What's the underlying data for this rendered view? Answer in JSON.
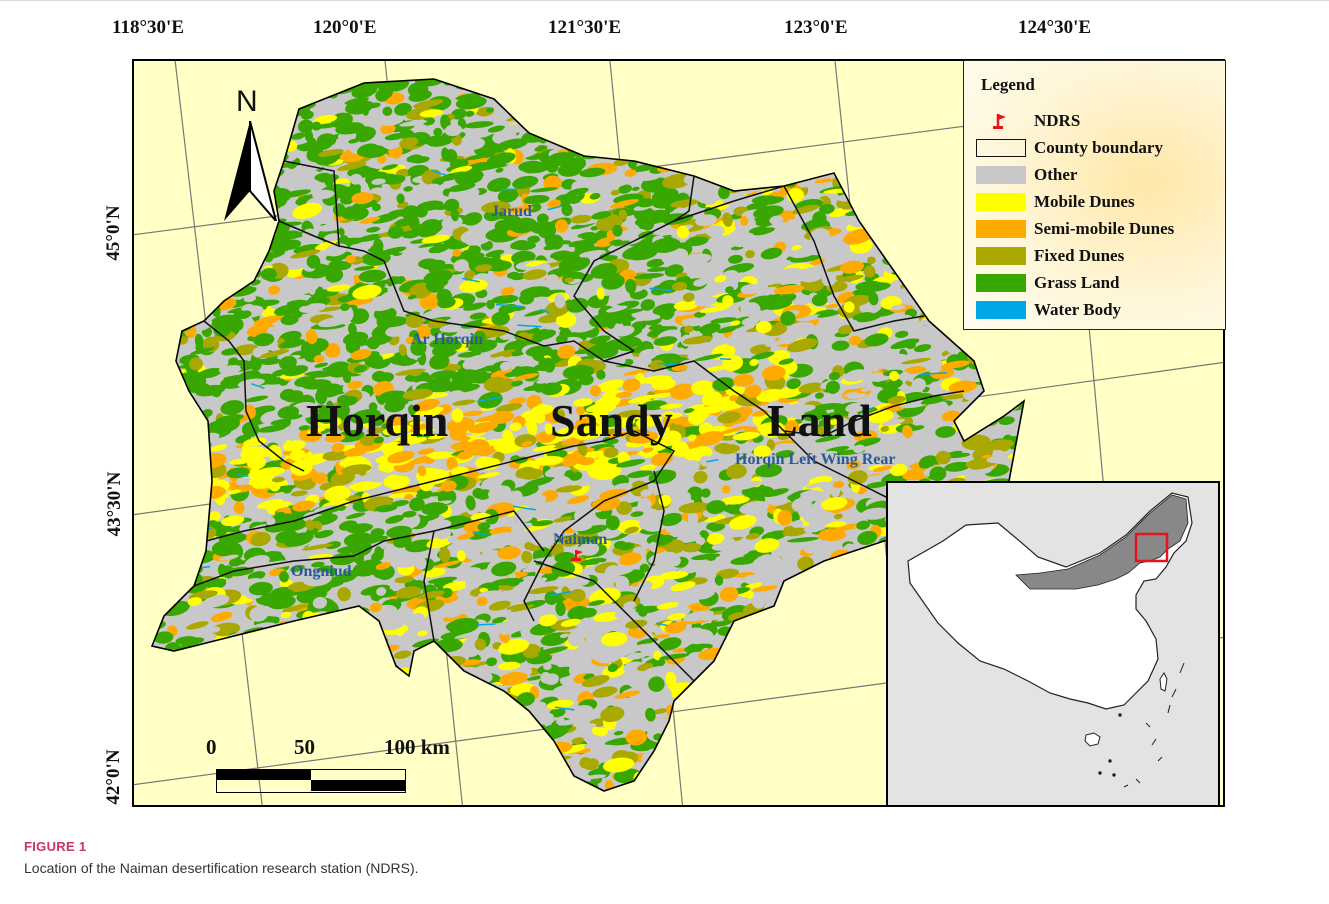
{
  "coordinates": {
    "top": [
      "118°30'E",
      "120°0'E",
      "121°30'E",
      "123°0'E",
      "124°30'E"
    ],
    "left": [
      "45°0'N",
      "43°30'N",
      "42°0'N"
    ]
  },
  "map": {
    "north_label": "N",
    "title_words": [
      "Horqin",
      "Sandy",
      "Land"
    ],
    "regions": [
      "Jarud",
      "Ar Horqin",
      "Horqin Left Wing Rear",
      "Naiman",
      "Ongniud"
    ],
    "station_icon": "red-flag-icon"
  },
  "legend": {
    "title": "Legend",
    "items": [
      {
        "label": "NDRS",
        "color": "#e8141c",
        "icon": "red-flag-icon"
      },
      {
        "label": "County boundary",
        "color": "#ffffff",
        "icon": "outline-box"
      },
      {
        "label": "Other",
        "color": "#c8c8c8"
      },
      {
        "label": "Mobile Dunes",
        "color": "#ffff00"
      },
      {
        "label": "Semi-mobile Dunes",
        "color": "#ffaa00"
      },
      {
        "label": "Fixed Dunes",
        "color": "#a8a800"
      },
      {
        "label": "Grass Land",
        "color": "#38a800"
      },
      {
        "label": "Water Body",
        "color": "#00a9e6"
      }
    ]
  },
  "scale_bar": {
    "ticks": [
      "0",
      "50",
      "100 km"
    ]
  },
  "inset": {
    "highlight_color": "#e8141c",
    "province_color": "#888888"
  },
  "colors": {
    "background": "#ffffc6",
    "other": "#c8c8c8",
    "mobile": "#ffff00",
    "semi_mobile": "#ffaa00",
    "fixed": "#a8a800",
    "grass": "#38a800",
    "water": "#00a9e6"
  },
  "caption": {
    "label": "FIGURE 1",
    "text": "Location of the Naiman desertification research station (NDRS)."
  }
}
